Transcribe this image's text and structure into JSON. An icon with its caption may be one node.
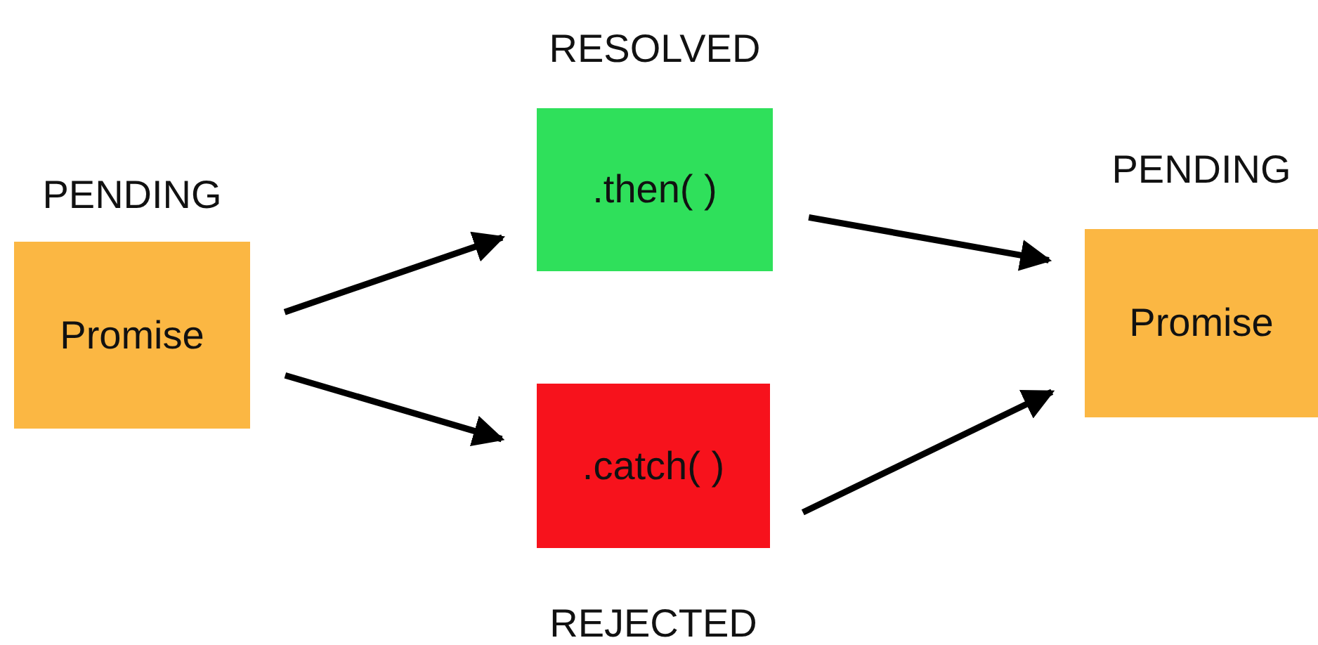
{
  "diagram": {
    "nodes": [
      {
        "text": [
          "PENDING",
          "Promise"
        ]
      },
      {
        "text": [
          "RESOLVED",
          ".then( )"
        ]
      },
      {
        "text": [
          ".catch( )",
          "REJECTED"
        ]
      },
      {
        "text": [
          "PENDING",
          "Promise"
        ]
      }
    ],
    "edges": [
      {
        "from": 0,
        "to": 1,
        "arrow": "to"
      },
      {
        "from": 0,
        "to": 2,
        "arrow": "to"
      },
      {
        "from": 1,
        "to": 3,
        "arrow": "to"
      },
      {
        "from": 2,
        "to": 3,
        "arrow": "to"
      }
    ]
  }
}
